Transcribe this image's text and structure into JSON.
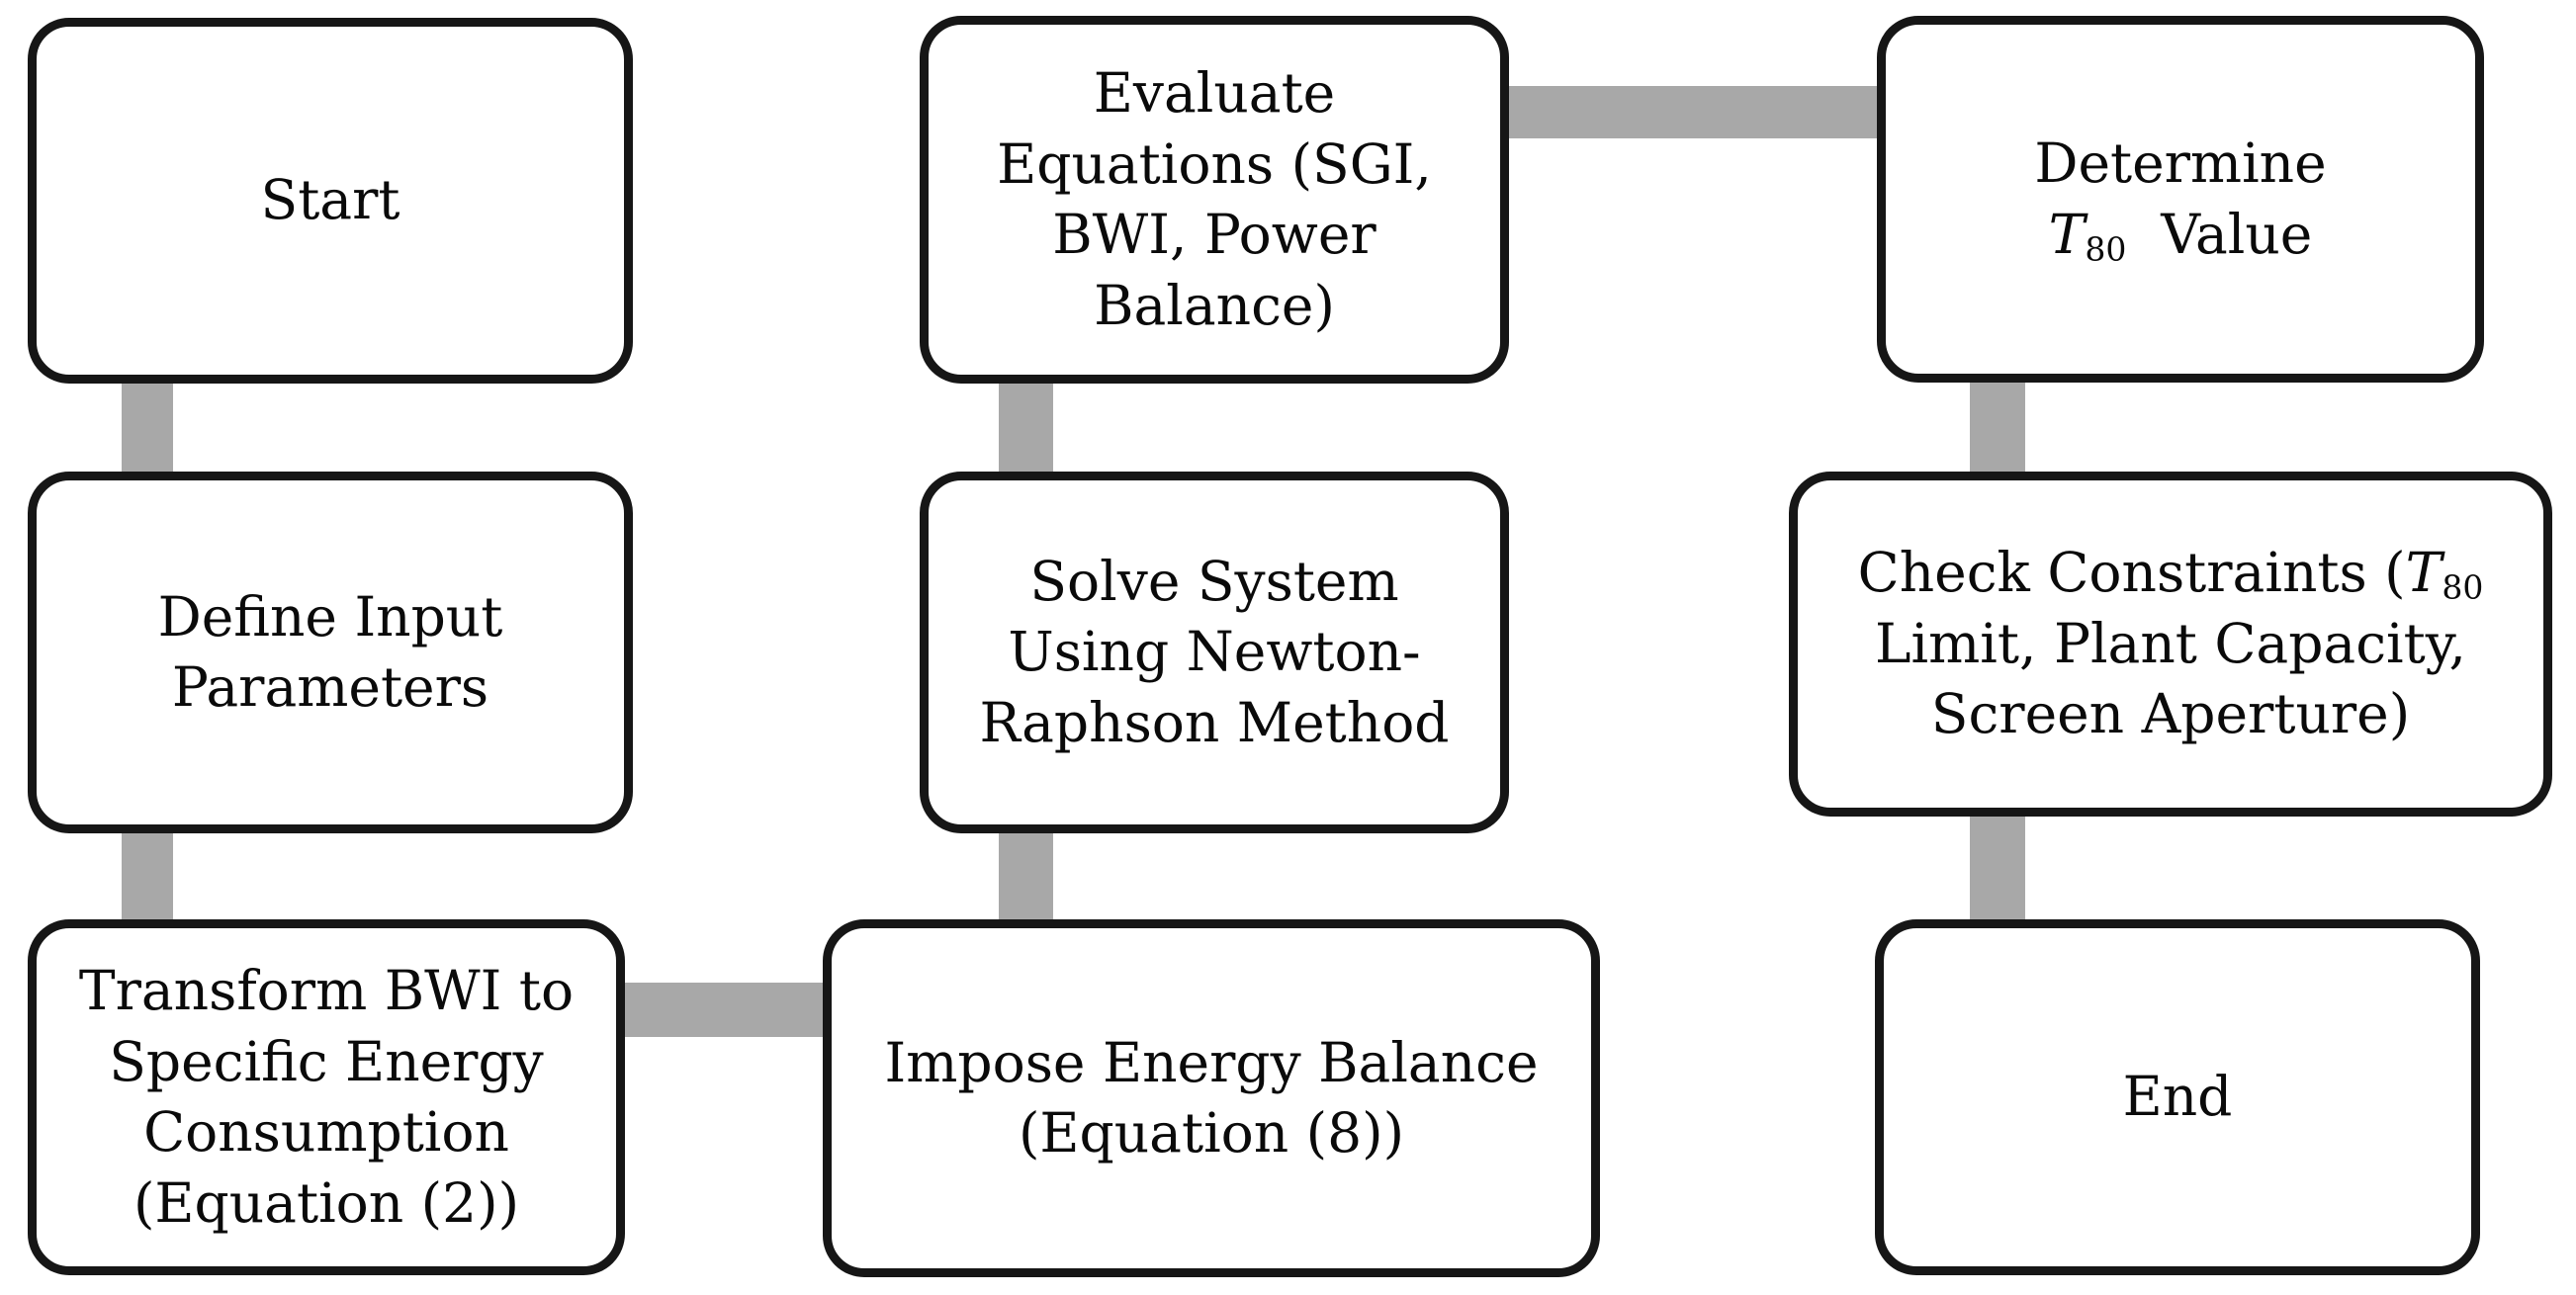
{
  "colors": {
    "bg": "#ffffff",
    "fill": "#ffffff",
    "border": "#161616",
    "ink": "#0a0a0a",
    "connector": "#a8a8a8"
  },
  "nodes": {
    "start": {
      "lines": [
        [
          {
            "t": "Start"
          }
        ]
      ]
    },
    "define": {
      "lines": [
        [
          {
            "t": "Define Input"
          }
        ],
        [
          {
            "t": "Parameters"
          }
        ]
      ]
    },
    "transform": {
      "lines": [
        [
          {
            "t": "Transform BWI to"
          }
        ],
        [
          {
            "t": "Specific Energy"
          }
        ],
        [
          {
            "t": "Consumption"
          }
        ],
        [
          {
            "t": "(Equation (2))"
          }
        ]
      ]
    },
    "evaluate": {
      "lines": [
        [
          {
            "t": "Evaluate"
          }
        ],
        [
          {
            "t": "Equations (SGI,"
          }
        ],
        [
          {
            "t": "BWI, Power"
          }
        ],
        [
          {
            "t": "Balance)"
          }
        ]
      ]
    },
    "solve": {
      "lines": [
        [
          {
            "t": "Solve System"
          }
        ],
        [
          {
            "t": "Using Newton-"
          }
        ],
        [
          {
            "t": "Raphson Method"
          }
        ]
      ]
    },
    "impose": {
      "lines": [
        [
          {
            "t": "Impose Energy Balance"
          }
        ],
        [
          {
            "t": "(Equation (8))"
          }
        ]
      ]
    },
    "determine": {
      "lines": [
        [
          {
            "t": "Determine"
          }
        ],
        [
          {
            "t": "T",
            "s": "it"
          },
          {
            "t": "80",
            "s": "sub"
          },
          {
            "t": "  Value"
          }
        ]
      ]
    },
    "check": {
      "lines": [
        [
          {
            "t": "Check Constraints ("
          },
          {
            "t": "T",
            "s": "it"
          },
          {
            "t": "80",
            "s": "sub"
          }
        ],
        [
          {
            "t": "Limit, Plant Capacity,"
          }
        ],
        [
          {
            "t": "Screen Aperture)"
          }
        ]
      ]
    },
    "end": {
      "lines": [
        [
          {
            "t": "End"
          }
        ]
      ]
    }
  },
  "edges": [
    {
      "from": "start",
      "to": "define"
    },
    {
      "from": "define",
      "to": "transform"
    },
    {
      "from": "transform",
      "to": "impose"
    },
    {
      "from": "impose",
      "to": "solve"
    },
    {
      "from": "solve",
      "to": "evaluate"
    },
    {
      "from": "evaluate",
      "to": "determine"
    },
    {
      "from": "determine",
      "to": "check"
    },
    {
      "from": "check",
      "to": "end"
    }
  ]
}
